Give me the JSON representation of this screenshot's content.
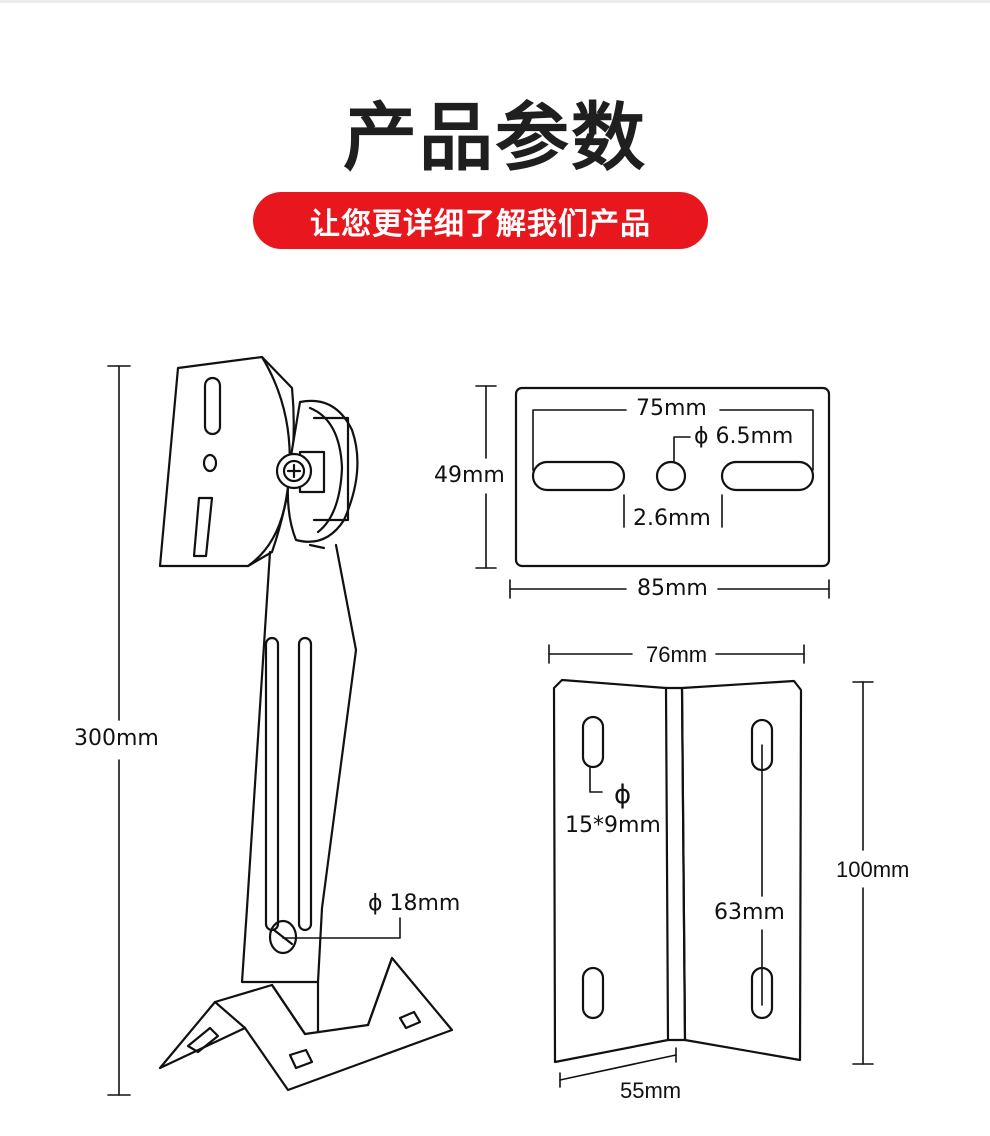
{
  "header": {
    "title": "产品参数",
    "subtitle": "让您更详细了解我们产品"
  },
  "dimensions": {
    "total_height": "300mm",
    "base_hole": "ϕ 18mm",
    "plate_hole_spacing": "75mm",
    "plate_hole_diameter": "ϕ 6.5mm",
    "plate_height": "49mm",
    "plate_slot_gap": "2.6mm",
    "plate_width": "85mm",
    "base_width": "76mm",
    "base_slot_symbol": "ϕ",
    "base_slot_size": "15*9mm",
    "base_height": "100mm",
    "base_slot_spacing": "63mm",
    "base_flange_width": "55mm"
  },
  "colors": {
    "accent": "#e8171e",
    "line": "#111111"
  }
}
